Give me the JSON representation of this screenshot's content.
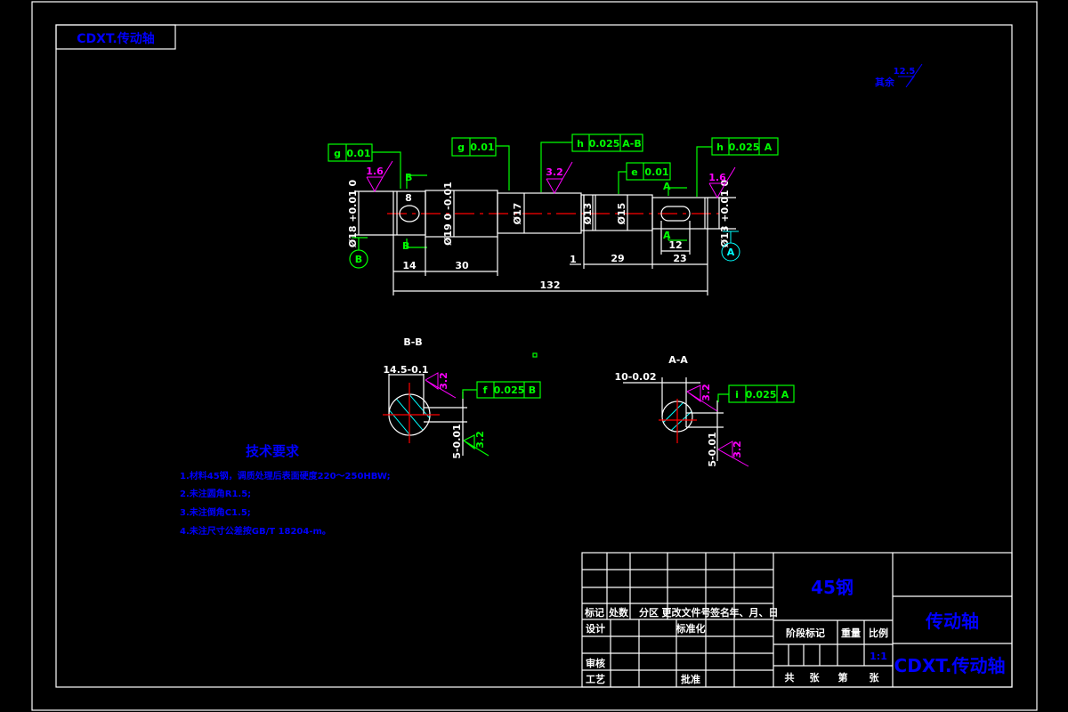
{
  "frame_label": "CDXT.传动轴",
  "surface_finish_default": {
    "label": "其余",
    "value": "12.5"
  },
  "main_view": {
    "diameters": [
      "Ø18 +0.01 0",
      "Ø19 0 -0.01",
      "Ø17",
      "Ø13",
      "Ø15",
      "Ø13 +0.01 0"
    ],
    "key_width_b": "8",
    "section_marks": {
      "b": "B",
      "a": "A"
    },
    "lengths": {
      "l14": "14",
      "l30": "30",
      "l132": "132",
      "l29": "29",
      "l23": "23",
      "l12": "12",
      "l1": "1"
    },
    "datums": {
      "b": "B",
      "a": "A"
    },
    "roughness": [
      "1.6",
      "3.2",
      "1.6"
    ],
    "tolerance_frames": [
      {
        "symbol": "g",
        "value": "0.01",
        "datum": ""
      },
      {
        "symbol": "g",
        "value": "0.01",
        "datum": ""
      },
      {
        "symbol": "h",
        "value": "0.025",
        "datum": "A-B"
      },
      {
        "symbol": "e",
        "value": "0.01",
        "datum": ""
      },
      {
        "symbol": "h",
        "value": "0.025",
        "datum": "A"
      }
    ]
  },
  "section_bb": {
    "title": "B-B",
    "width_dim": "14.5-0.1",
    "depth_dim": "5-0.01",
    "roughness": [
      "3.2",
      "3.2"
    ],
    "frame": {
      "symbol": "f",
      "value": "0.025",
      "datum": "B"
    }
  },
  "section_aa": {
    "title": "A-A",
    "width_dim": "10-0.02",
    "depth_dim": "5-0.01",
    "roughness": [
      "3.2",
      "3.2"
    ],
    "frame": {
      "symbol": "i",
      "value": "0.025",
      "datum": "A"
    }
  },
  "tech_requirements": {
    "title": "技术要求",
    "items": [
      "1.材料45钢，调质处理后表面硬度220～250HBW;",
      "2.未注圆角R1.5;",
      "3.未注倒角C1.5;",
      "4.未注尺寸公差按GB/T 18204-m。"
    ]
  },
  "title_block": {
    "header": [
      "标记",
      "处数",
      "分区",
      "更改文件号",
      "签名",
      "年、月、日"
    ],
    "design": "设计",
    "standard": "标准化",
    "review": "审核",
    "process": "工艺",
    "approve": "批准",
    "material": "45钢",
    "stage": "阶段标记",
    "weight": "重量",
    "scale_label": "比例",
    "scale": "1:1",
    "sheets": [
      "共",
      "张",
      "第",
      "张"
    ],
    "part_name": "传动轴",
    "drawing_no": "CDXT.传动轴"
  },
  "colors": {
    "background": "#000000",
    "lines": "#ffffff",
    "annotations": "#00ff00",
    "roughness": "#ff00ff",
    "text": "#0000ff",
    "centerline": "#ff0000",
    "datum_a": "#00ffff"
  }
}
